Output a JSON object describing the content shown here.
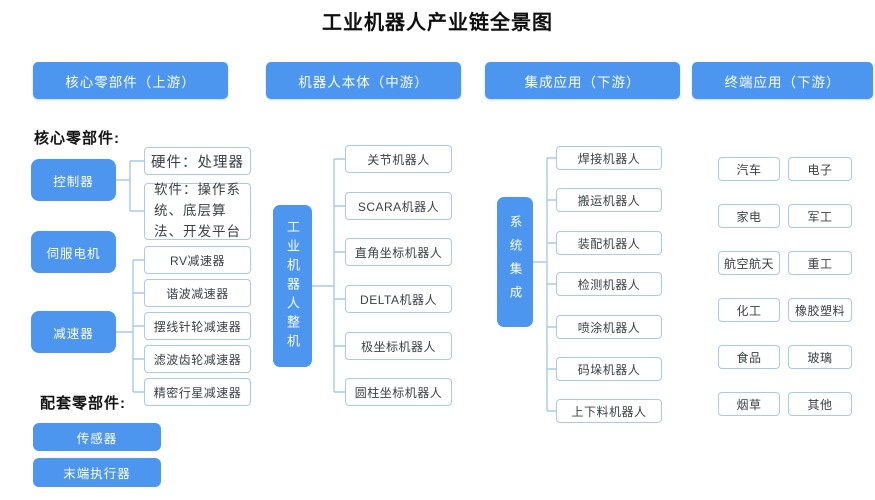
{
  "title": "工业机器人产业链全景图",
  "colors": {
    "accent_blue": "#4D96F0",
    "box_border": "#A9CAEB",
    "connector": "#A9CAEB"
  },
  "headers": {
    "upstream": "核心零部件（上游）",
    "midstream": "机器人本体（中游）",
    "downstream_integration": "集成应用（下游）",
    "downstream_terminal": "终端应用（下游）"
  },
  "upstream": {
    "section_label": "核心零部件:",
    "core_parts": [
      "控制器",
      "伺服电机",
      "减速器"
    ],
    "controller_children": [
      "硬件：处理器",
      "软件：操作系统、底层算法、开发平台"
    ],
    "reducer_children": [
      "RV减速器",
      "谐波减速器",
      "摆线针轮减速器",
      "滤波齿轮减速器",
      "精密行星减速器"
    ],
    "support_label": "配套零部件:",
    "support_parts": [
      "传感器",
      "末端执行器"
    ]
  },
  "midstream": {
    "hub": "工业机器人整机",
    "items": [
      "关节机器人",
      "SCARA机器人",
      "直角坐标机器人",
      "DELTA机器人",
      "极坐标机器人",
      "圆柱坐标机器人"
    ]
  },
  "integration": {
    "hub": "系统集成",
    "items": [
      "焊接机器人",
      "搬运机器人",
      "装配机器人",
      "检测机器人",
      "喷涂机器人",
      "码垛机器人",
      "上下料机器人"
    ]
  },
  "applications": {
    "items": [
      "汽车",
      "电子",
      "家电",
      "军工",
      "航空航天",
      "重工",
      "化工",
      "橡胶塑料",
      "食品",
      "玻璃",
      "烟草",
      "其他"
    ]
  }
}
